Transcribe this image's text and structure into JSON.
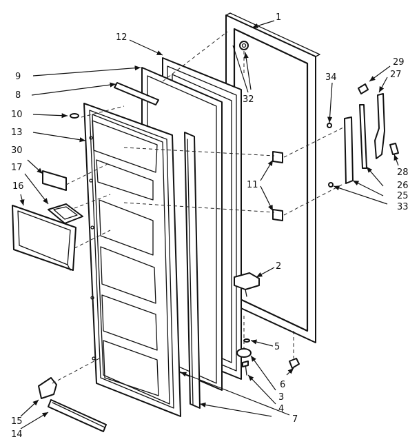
{
  "diagram": {
    "callouts": {
      "c1": "1",
      "c2": "2",
      "c3": "3",
      "c4": "4",
      "c5": "5",
      "c6": "6",
      "c7": "7",
      "c8": "8",
      "c9": "9",
      "c10": "10",
      "c11": "11",
      "c12": "12",
      "c13": "13",
      "c14": "14",
      "c15": "15",
      "c16": "16",
      "c17": "17",
      "c25": "25",
      "c26": "26",
      "c27": "27",
      "c28": "28",
      "c29": "29",
      "c30": "30",
      "c32": "32",
      "c33": "33",
      "c34": "34"
    }
  }
}
